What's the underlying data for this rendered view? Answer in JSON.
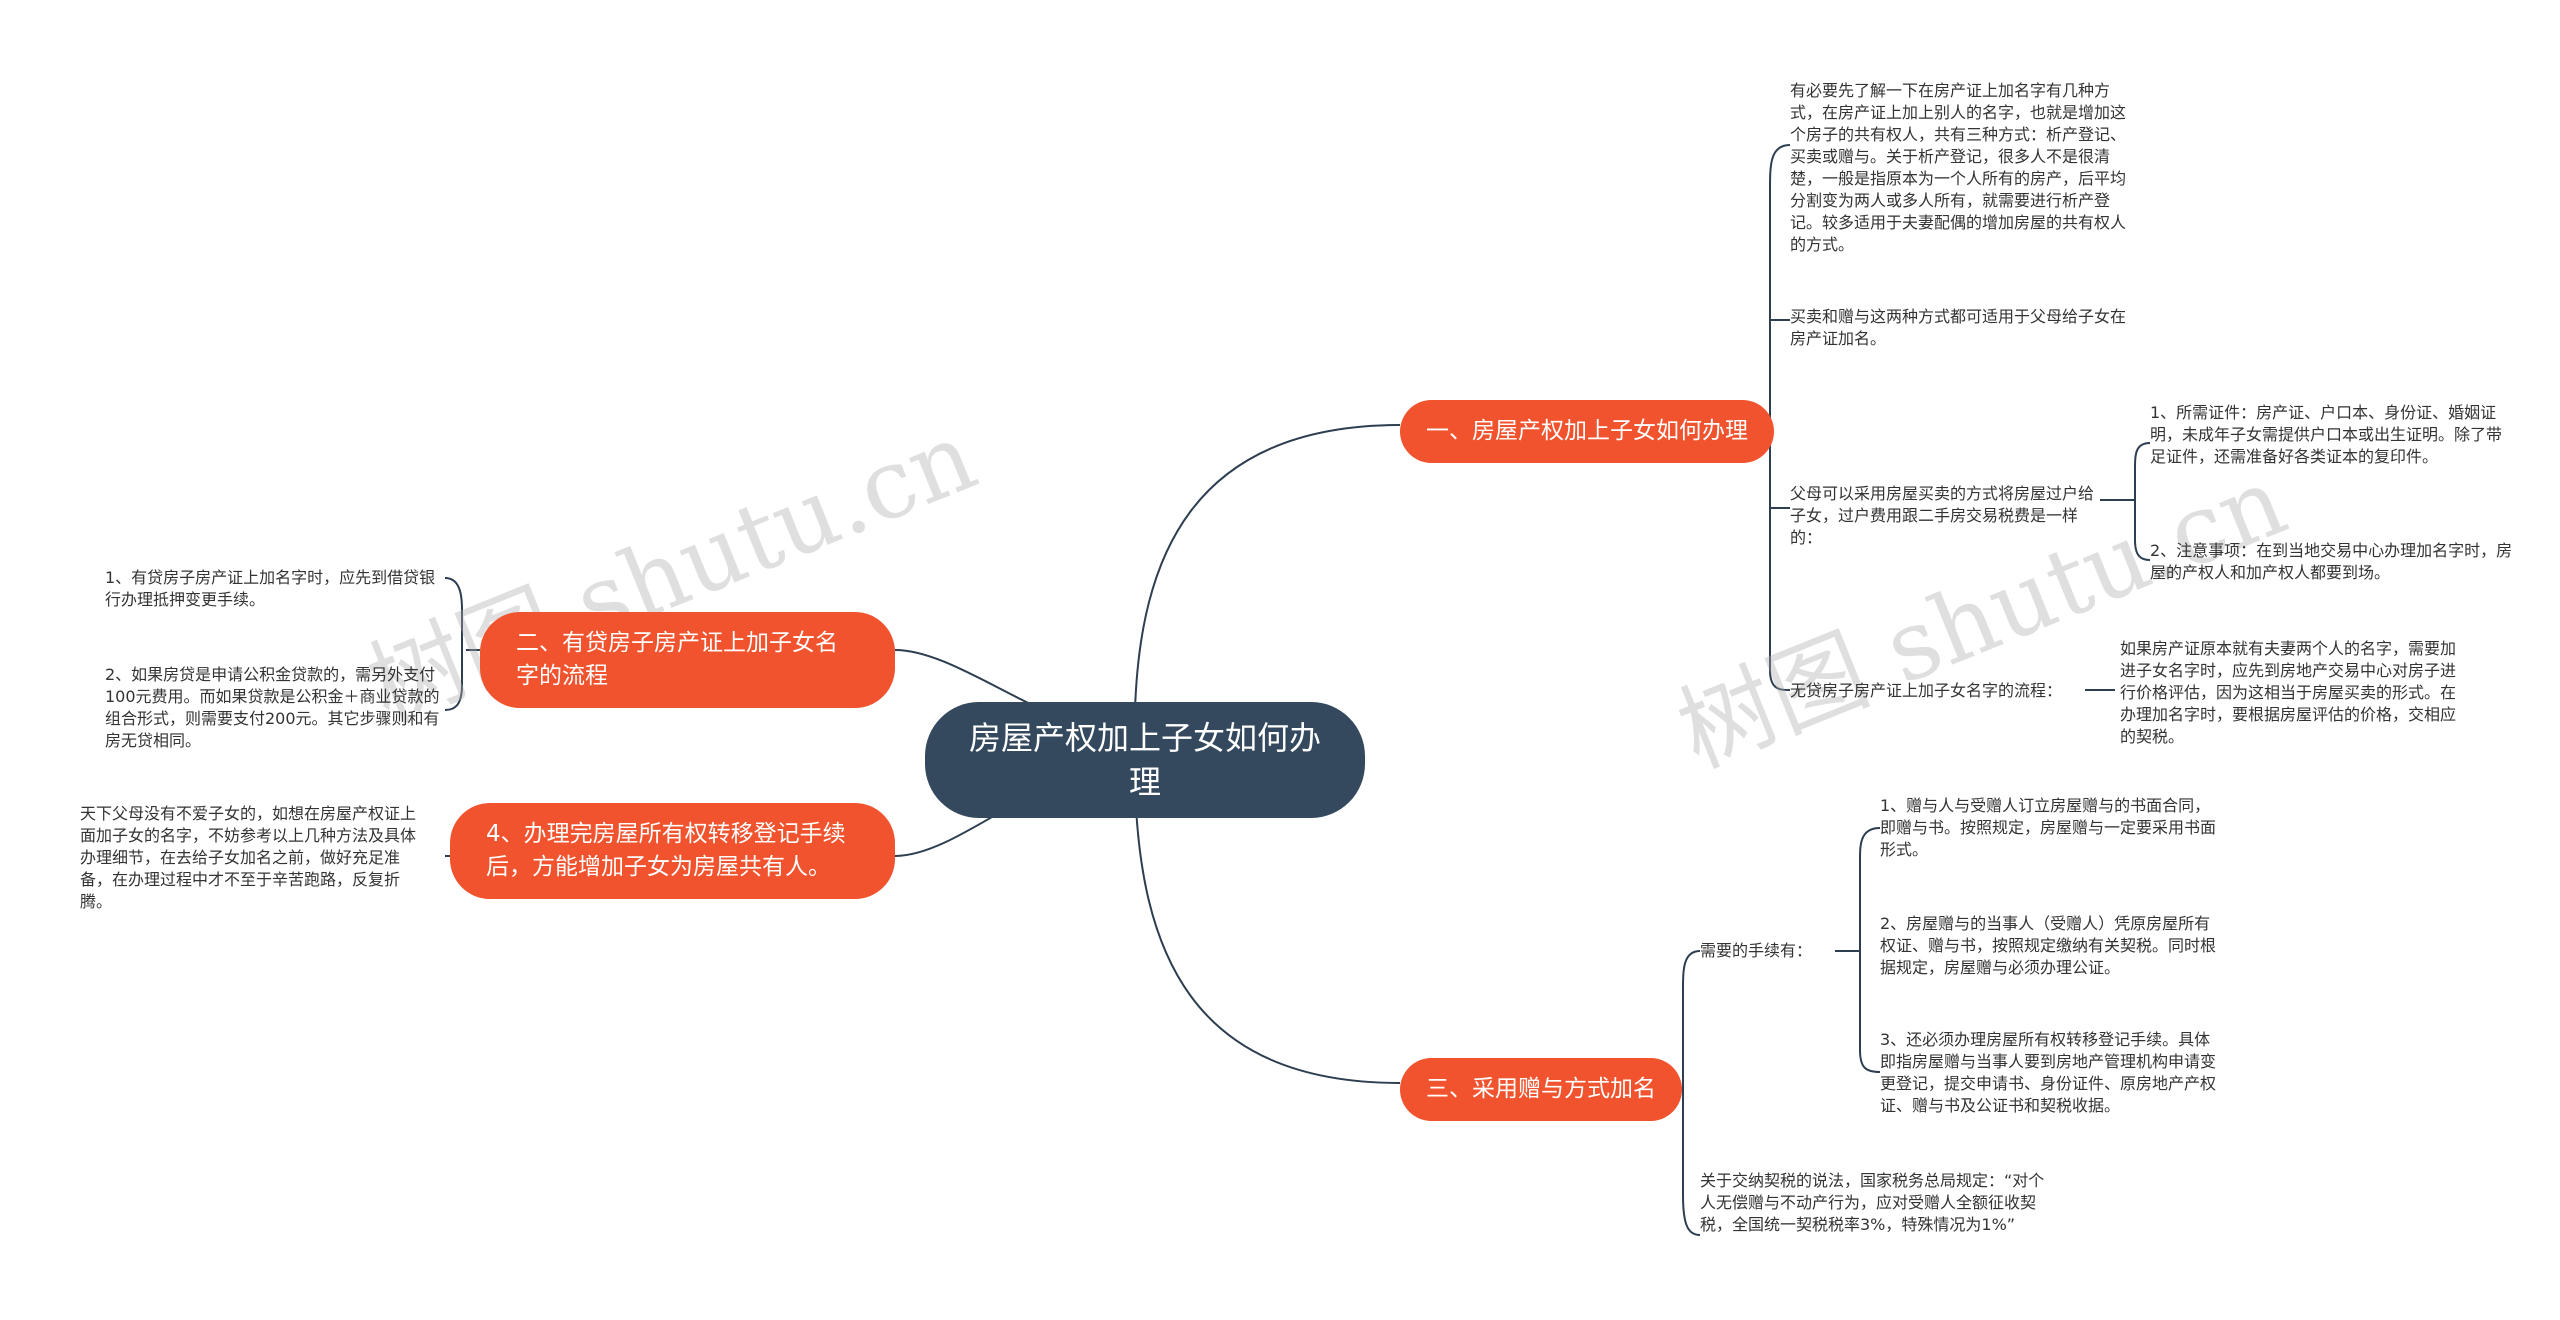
{
  "root": {
    "title": "房屋产权加上子女如何办理"
  },
  "branches": {
    "b1": {
      "title": "一、房屋产权加上子女如何办理",
      "leaf_intro": "有必要先了解一下在房产证上加名字有几种方式，在房产证上加上别人的名字，也就是增加这个房子的共有权人，共有三种方式：析产登记、买卖或赠与。关于析产登记，很多人不是很清楚，一般是指原本为一个人所有的房产，后平均分割变为两人或多人所有，就需要进行析产登记。较多适用于夫妻配偶的增加房屋的共有权人的方式。",
      "leaf_sale_gift": "买卖和赠与这两种方式都可适用于父母给子女在房产证加名。",
      "leaf_transfer": "父母可以采用房屋买卖的方式将房屋过户给子女，过户费用跟二手房交易税费是一样的：",
      "leaf_docs": "1、所需证件：房产证、户口本、身份证、婚姻证明，未成年子女需提供户口本或出生证明。除了带足证件，还需准备好各类证本的复印件。",
      "leaf_notes": "2、注意事项：在到当地交易中心办理加名字时，房屋的产权人和加产权人都要到场。",
      "leaf_noloan_label": "无贷房子房产证上加子女名字的流程：",
      "leaf_noloan_detail": "如果房产证原本就有夫妻两个人的名字，需要加进子女名字时，应先到房地产交易中心对房子进行价格评估，因为这相当于房屋买卖的形式。在办理加名字时，要根据房屋评估的价格，交相应的契税。"
    },
    "b2": {
      "title": "二、有贷房子房产证上加子女名字的流程",
      "leaf1": "1、有贷房子房产证上加名字时，应先到借贷银行办理抵押变更手续。",
      "leaf2": "2、如果房贷是申请公积金贷款的，需另外支付100元费用。而如果贷款是公积金＋商业贷款的组合形式，则需要支付200元。其它步骤则和有房无贷相同。"
    },
    "b3": {
      "title": "三、采用赠与方式加名",
      "leaf_need": "需要的手续有：",
      "leaf_step1": "1、赠与人与受赠人订立房屋赠与的书面合同，即赠与书。按照规定，房屋赠与一定要采用书面形式。",
      "leaf_step2": "2、房屋赠与的当事人（受赠人）凭原房屋所有权证、赠与书，按照规定缴纳有关契税。同时根据规定，房屋赠与必须办理公证。",
      "leaf_step3": "3、还必须办理房屋所有权转移登记手续。具体即指房屋赠与当事人要到房地产管理机构申请变更登记，提交申请书、身份证件、原房地产产权证、赠与书及公证书和契税收据。",
      "leaf_tax": "关于交纳契税的说法，国家税务总局规定：“对个人无偿赠与不动产行为，应对受赠人全额征收契税，全国统一契税税率3%，特殊情况为1%”"
    },
    "b4": {
      "title": "4、办理完房屋所有权转移登记手续后，方能增加子女为房屋共有人。",
      "leaf": "天下父母没有不爱子女的，如想在房屋产权证上面加子女的名字，不妨参考以上几种方法及具体办理细节，在去给子女加名之前，做好充足准备，在办理过程中才不至于辛苦跑路，反复折腾。"
    }
  },
  "watermarks": [
    "树图 shutu.cn",
    "树图 shutu.cn"
  ],
  "colors": {
    "root": "#34495e",
    "branch": "#f0532d",
    "line": "#2c3e50",
    "text": "#333333",
    "watermark": "#aaaaaa"
  }
}
